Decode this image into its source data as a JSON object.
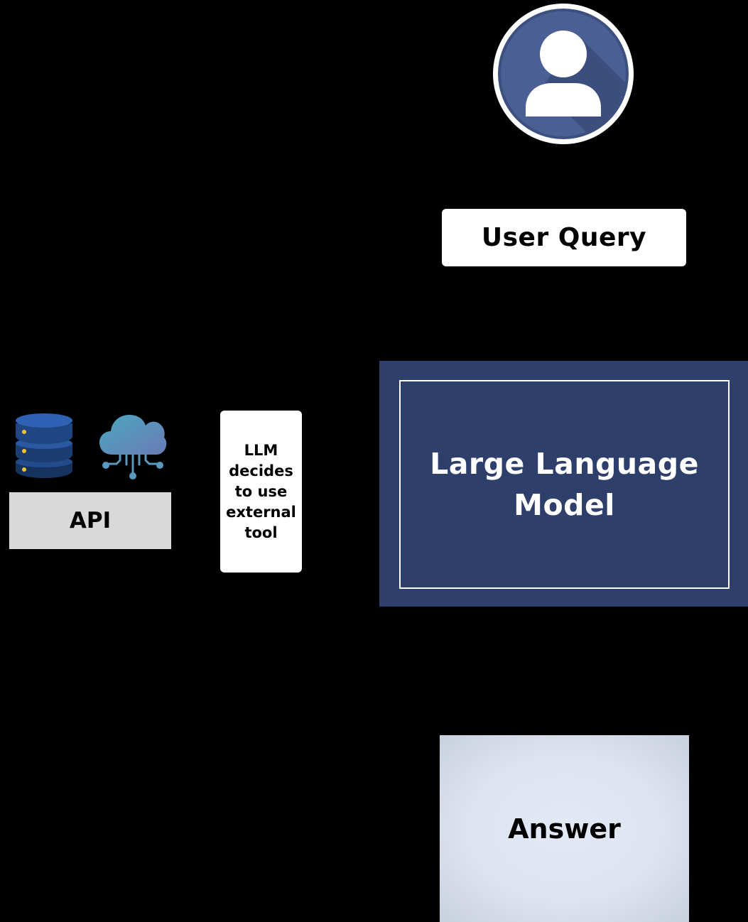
{
  "user": {
    "avatar_icon": "user-avatar-icon",
    "avatar_color": "#4a5f94",
    "query_label": "User Query"
  },
  "llm": {
    "label": "Large Language Model",
    "panel_color": "#2e3f6b"
  },
  "tools": {
    "database_icon": "database-server-icon",
    "cloud_icon": "cloud-network-icon",
    "api_label": "API"
  },
  "decision": {
    "label": "LLM decides to use external tool"
  },
  "answer": {
    "label": "Answer"
  }
}
